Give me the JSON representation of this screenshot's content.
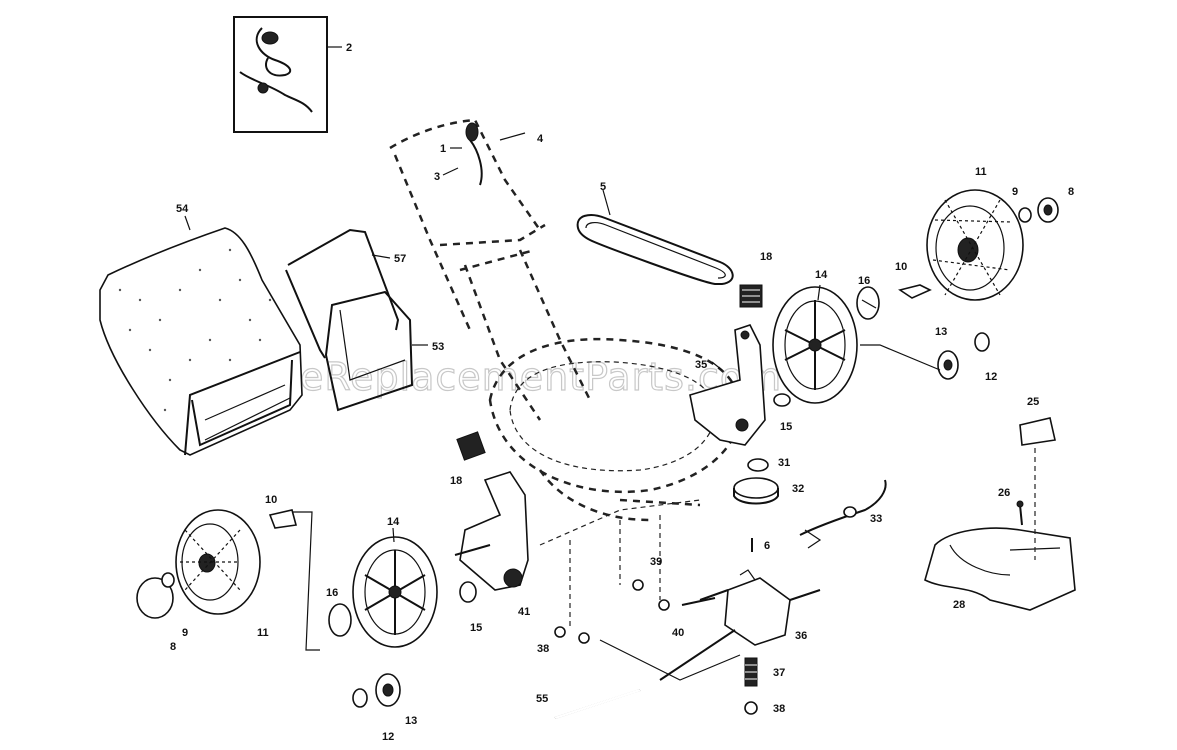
{
  "diagram": {
    "watermark": "eReplacementParts.com",
    "callouts": [
      {
        "id": "c2",
        "label": "2"
      },
      {
        "id": "c4",
        "label": "4"
      },
      {
        "id": "c1",
        "label": "1"
      },
      {
        "id": "c3",
        "label": "3"
      },
      {
        "id": "c5",
        "label": "5"
      },
      {
        "id": "c11a",
        "label": "11"
      },
      {
        "id": "c9a",
        "label": "9"
      },
      {
        "id": "c8a",
        "label": "8"
      },
      {
        "id": "c18a",
        "label": "18"
      },
      {
        "id": "c14a",
        "label": "14"
      },
      {
        "id": "c16a",
        "label": "16"
      },
      {
        "id": "c10a",
        "label": "10"
      },
      {
        "id": "c54",
        "label": "54"
      },
      {
        "id": "c57",
        "label": "57"
      },
      {
        "id": "c53",
        "label": "53"
      },
      {
        "id": "c35",
        "label": "35"
      },
      {
        "id": "c13a",
        "label": "13"
      },
      {
        "id": "c12a",
        "label": "12"
      },
      {
        "id": "c15a",
        "label": "15"
      },
      {
        "id": "c25",
        "label": "25"
      },
      {
        "id": "c18b",
        "label": "18"
      },
      {
        "id": "c31",
        "label": "31"
      },
      {
        "id": "c32",
        "label": "32"
      },
      {
        "id": "c10b",
        "label": "10"
      },
      {
        "id": "c14b",
        "label": "14"
      },
      {
        "id": "c26",
        "label": "26"
      },
      {
        "id": "c33",
        "label": "33"
      },
      {
        "id": "c6",
        "label": "6"
      },
      {
        "id": "c28",
        "label": "28"
      },
      {
        "id": "c39",
        "label": "39"
      },
      {
        "id": "c16b",
        "label": "16"
      },
      {
        "id": "c9b",
        "label": "9"
      },
      {
        "id": "c8b",
        "label": "8"
      },
      {
        "id": "c11b",
        "label": "11"
      },
      {
        "id": "c15b",
        "label": "15"
      },
      {
        "id": "c41",
        "label": "41"
      },
      {
        "id": "c40",
        "label": "40"
      },
      {
        "id": "c36",
        "label": "36"
      },
      {
        "id": "c38a",
        "label": "38"
      },
      {
        "id": "c37",
        "label": "37"
      },
      {
        "id": "c13b",
        "label": "13"
      },
      {
        "id": "c55",
        "label": "55"
      },
      {
        "id": "c38b",
        "label": "38"
      },
      {
        "id": "c12b",
        "label": "12"
      }
    ]
  }
}
